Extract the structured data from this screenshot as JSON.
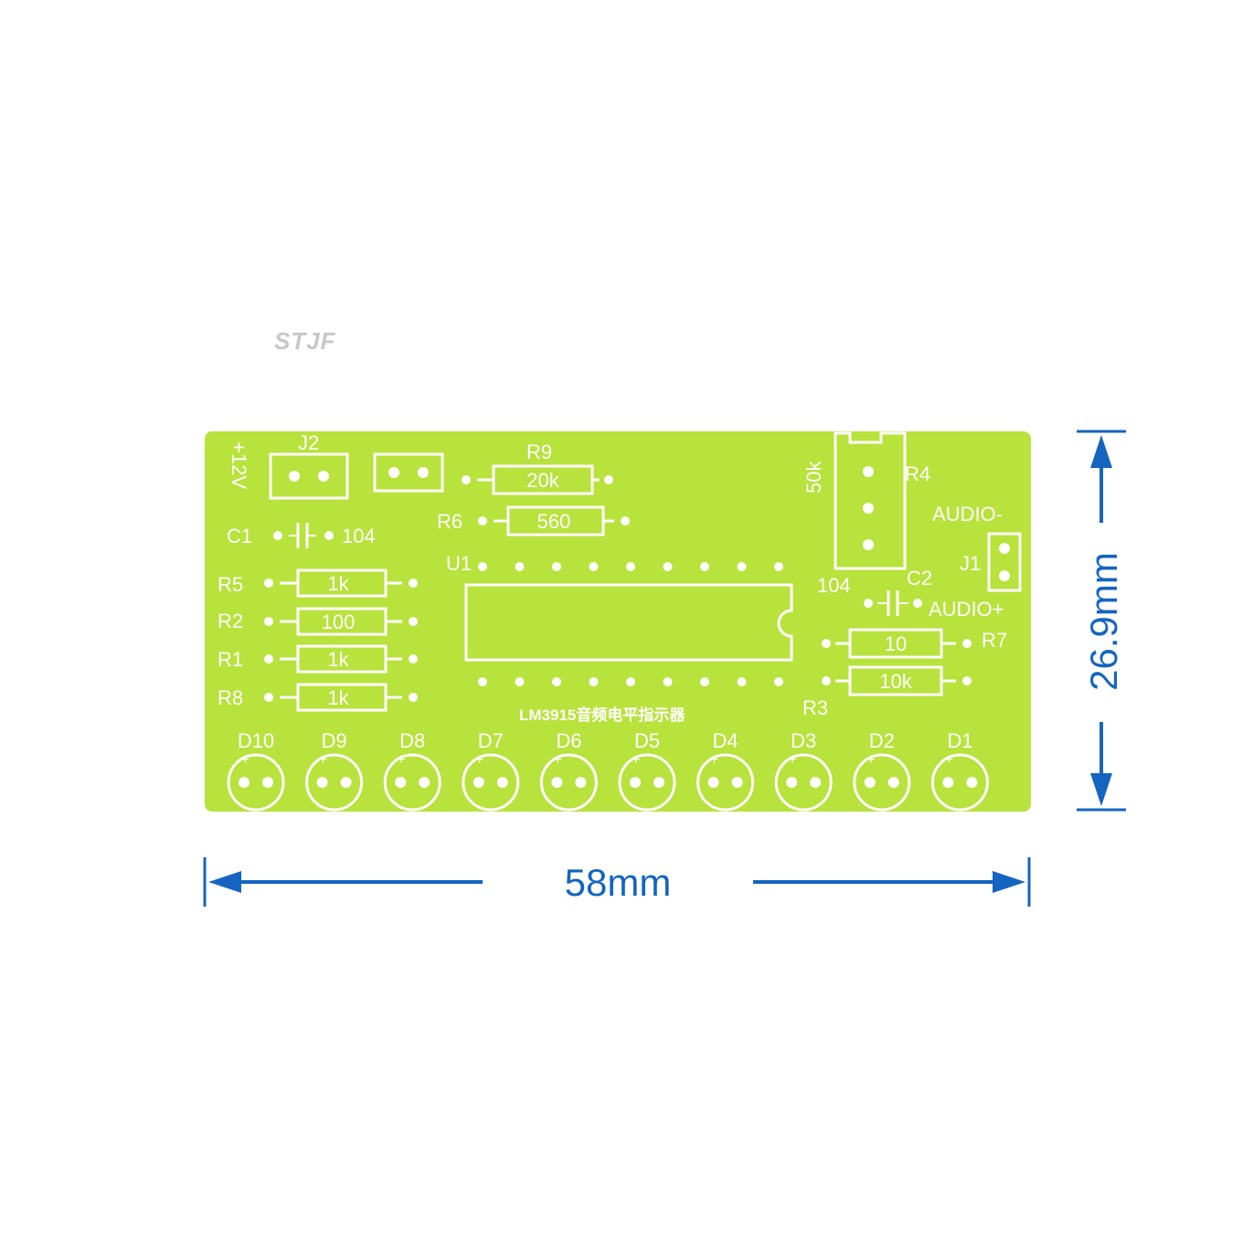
{
  "watermark": "STJF",
  "colors": {
    "board": "#b8e23c",
    "silkscreen": "#ffffff",
    "dimension": "#1565c0",
    "watermark": "#c8c8c8"
  },
  "board": {
    "title": "LM3915音频电平指示器",
    "power_label": "+12V",
    "connectors": {
      "j2": "J2",
      "j1": "J1",
      "audio_minus": "AUDIO-",
      "audio_plus": "AUDIO+"
    },
    "ic": {
      "ref": "U1"
    },
    "pot": {
      "ref": "R4",
      "value": "50k"
    },
    "capacitors": [
      {
        "ref": "C1",
        "value": "104"
      },
      {
        "ref": "C2",
        "value": "104"
      }
    ],
    "resistors": [
      {
        "ref": "R9",
        "value": "20k"
      },
      {
        "ref": "R6",
        "value": "560"
      },
      {
        "ref": "R5",
        "value": "1k"
      },
      {
        "ref": "R2",
        "value": "100"
      },
      {
        "ref": "R1",
        "value": "1k"
      },
      {
        "ref": "R8",
        "value": "1k"
      },
      {
        "ref": "R7",
        "value": "10"
      },
      {
        "ref": "R3",
        "value": "10k"
      }
    ],
    "leds": [
      "D10",
      "D9",
      "D8",
      "D7",
      "D6",
      "D5",
      "D4",
      "D3",
      "D2",
      "D1"
    ],
    "led_plus": "+"
  },
  "dimensions": {
    "width": "58mm",
    "height": "26.9mm"
  }
}
